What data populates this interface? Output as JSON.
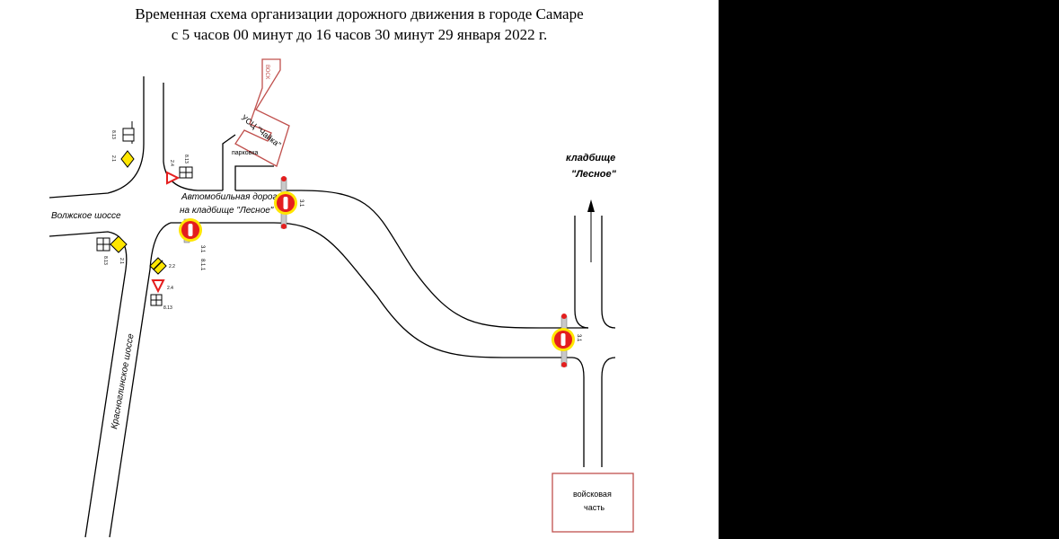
{
  "title": {
    "line1": "Временная схема организации дорожного движения в городе Самаре",
    "line2": "с 5 часов 00 минут до 16 часов 30 минут 29 января 2022 г."
  },
  "labels": {
    "volzhskoe": "Волжское шоссе",
    "krasnoglinskoe": "Красноглинское шоссе",
    "road_line1": "Автомобильная дорога",
    "road_line2": "на кладбище \"Лесное\"",
    "cemetery_line1": "кладбище",
    "cemetery_line2": "\"Лесное\"",
    "parking": "парковка",
    "usc": "УСЦ \"Чайка\"",
    "military_line1": "войсковая",
    "military_line2": "часть",
    "building_small": "ВОСК"
  },
  "signs": {
    "no_entry_1": "3.1",
    "no_entry_2": "3.1",
    "no_entry_3": "3.1",
    "s_8_1_1": "8.1.1",
    "s_2_1a": "2.1",
    "s_8_13a": "8.13",
    "s_2_4a": "2.4",
    "s_8_13b": "8.13",
    "s_2_1b": "2.1",
    "s_8_13c": "8.13",
    "s_2_2": "2.2",
    "s_2_4b": "2.4",
    "s_8_13d": "8.13"
  },
  "colors": {
    "road_edge": "#000000",
    "sign_red": "#e41e1e",
    "sign_yellow": "#ffe600",
    "building_outline": "#c0504d"
  }
}
